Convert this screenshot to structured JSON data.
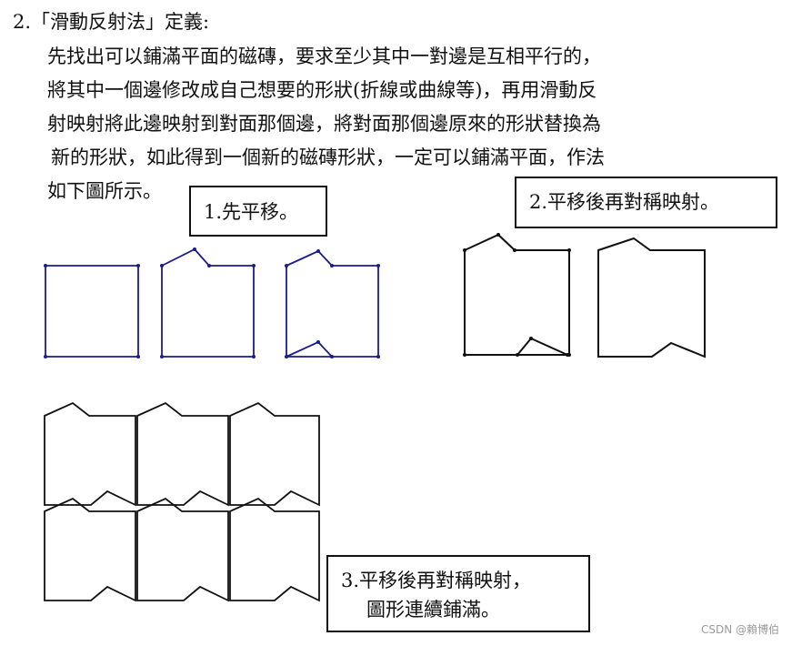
{
  "heading": "2.「滑動反射法」定義:",
  "paragraph": [
    "先找出可以鋪滿平面的磁磚，要求至少其中一對邊是互相平行的，",
    "將其中一個邊修改成自己想要的形狀(折線或曲線等)，再用滑動反",
    "射映射將此邊映射到對面那個邊，將對面那個邊原來的形狀替換為",
    "新的形狀，如此得到一個新的磁磚形狀，一定可以鋪滿平面，作法",
    "如下圖所示。"
  ],
  "step1": "1.先平移。",
  "step2": "2.平移後再對稱映射。",
  "step3": [
    "3.平移後再對稱映射，",
    "圖形連續鋪滿。"
  ],
  "watermark": "CSDN @賴博伯",
  "colors": {
    "step1_outline": "#1b1b8c",
    "outline": "#111111"
  }
}
